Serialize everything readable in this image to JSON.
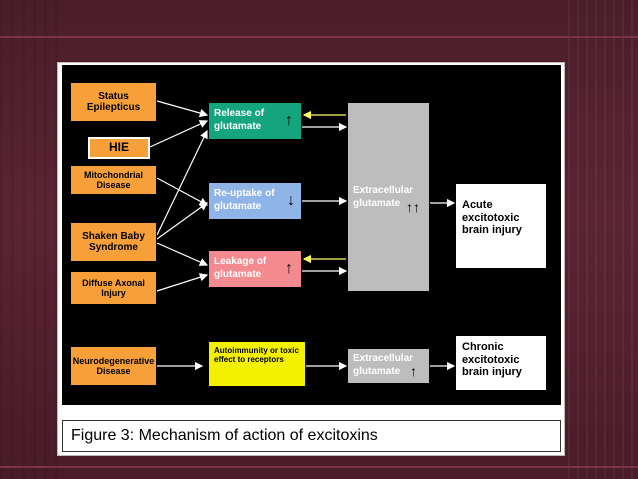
{
  "figure": {
    "sources": [
      {
        "id": "status",
        "label": "Status Epilepticus"
      },
      {
        "id": "hie",
        "label": "HIE"
      },
      {
        "id": "mito",
        "label": "Mitochondrial Disease"
      },
      {
        "id": "shaken",
        "label": "Shaken Baby Syndrome"
      },
      {
        "id": "dai",
        "label": "Diffuse Axonal Injury"
      },
      {
        "id": "neuro",
        "label": "Neurodegenerative Disease"
      }
    ],
    "mechanisms": {
      "release": {
        "label": "Release of glutamate",
        "arrow": "↑"
      },
      "reuptake": {
        "label": "Re-uptake of glutamate",
        "arrow": "↓"
      },
      "leakage": {
        "label": "Leakage of glutamate",
        "arrow": "↑"
      },
      "autoimmunity": {
        "label": "Autoimmunity or toxic effect to receptors"
      }
    },
    "extracellular_top": {
      "label": "Extracellular glutamate",
      "arrow": "↑↑"
    },
    "extracellular_bottom": {
      "label": "Extracellular glutamate",
      "arrow": "↑"
    },
    "outcomes": {
      "acute": "Acute excitotoxic brain injury",
      "chronic": "Chronic excitotoxic brain injury"
    },
    "colors": {
      "source": "#f7a03a",
      "release": "#14a57f",
      "reuptake": "#8fb4e7",
      "leakage": "#f28a90",
      "autoimmunity": "#f3f100",
      "extracellular": "#bdbdbd",
      "feedback_arrow": "#ffff66"
    }
  },
  "caption": "Figure 3: Mechanism of action of excitoxins"
}
